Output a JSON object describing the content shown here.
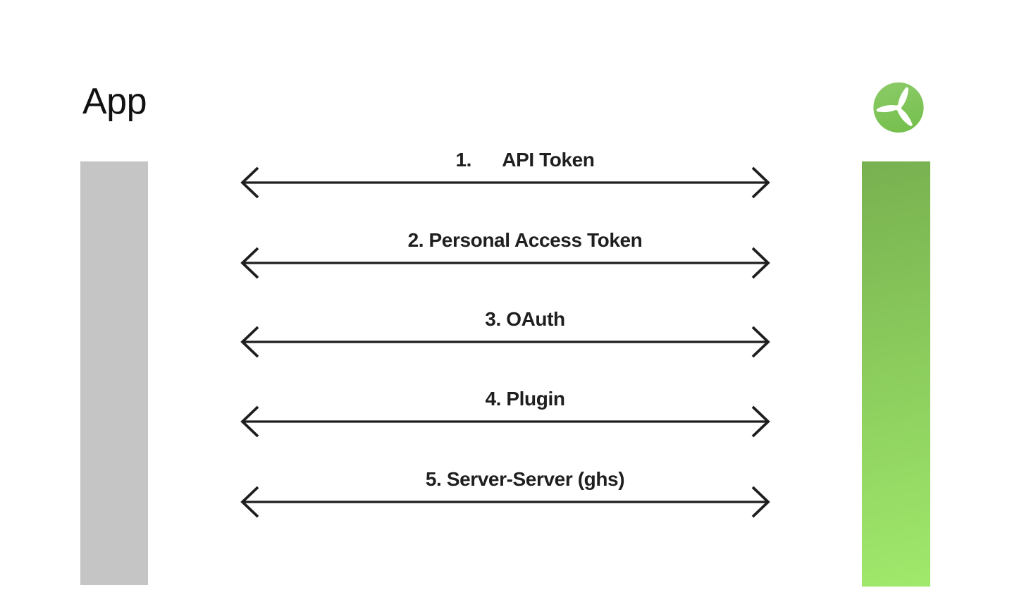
{
  "page": {
    "background": "#ffffff"
  },
  "app_entity": {
    "title": "App",
    "bar_color": "#c5c5c5"
  },
  "service_entity": {
    "logo_icon": "propeller-logo",
    "bar_gradient_top": "#78b150",
    "bar_gradient_bottom": "#a0e96c",
    "logo_gradient_top": "#8ccb69",
    "logo_gradient_bottom": "#77c04f"
  },
  "connections": [
    {
      "label": "1.      API Token"
    },
    {
      "label": "2. Personal Access Token"
    },
    {
      "label": "3. OAuth"
    },
    {
      "label": "4. Plugin"
    },
    {
      "label": "5. Server-Server (ghs)"
    }
  ],
  "arrow": {
    "style": "double-headed",
    "color": "#1e1e1e"
  }
}
